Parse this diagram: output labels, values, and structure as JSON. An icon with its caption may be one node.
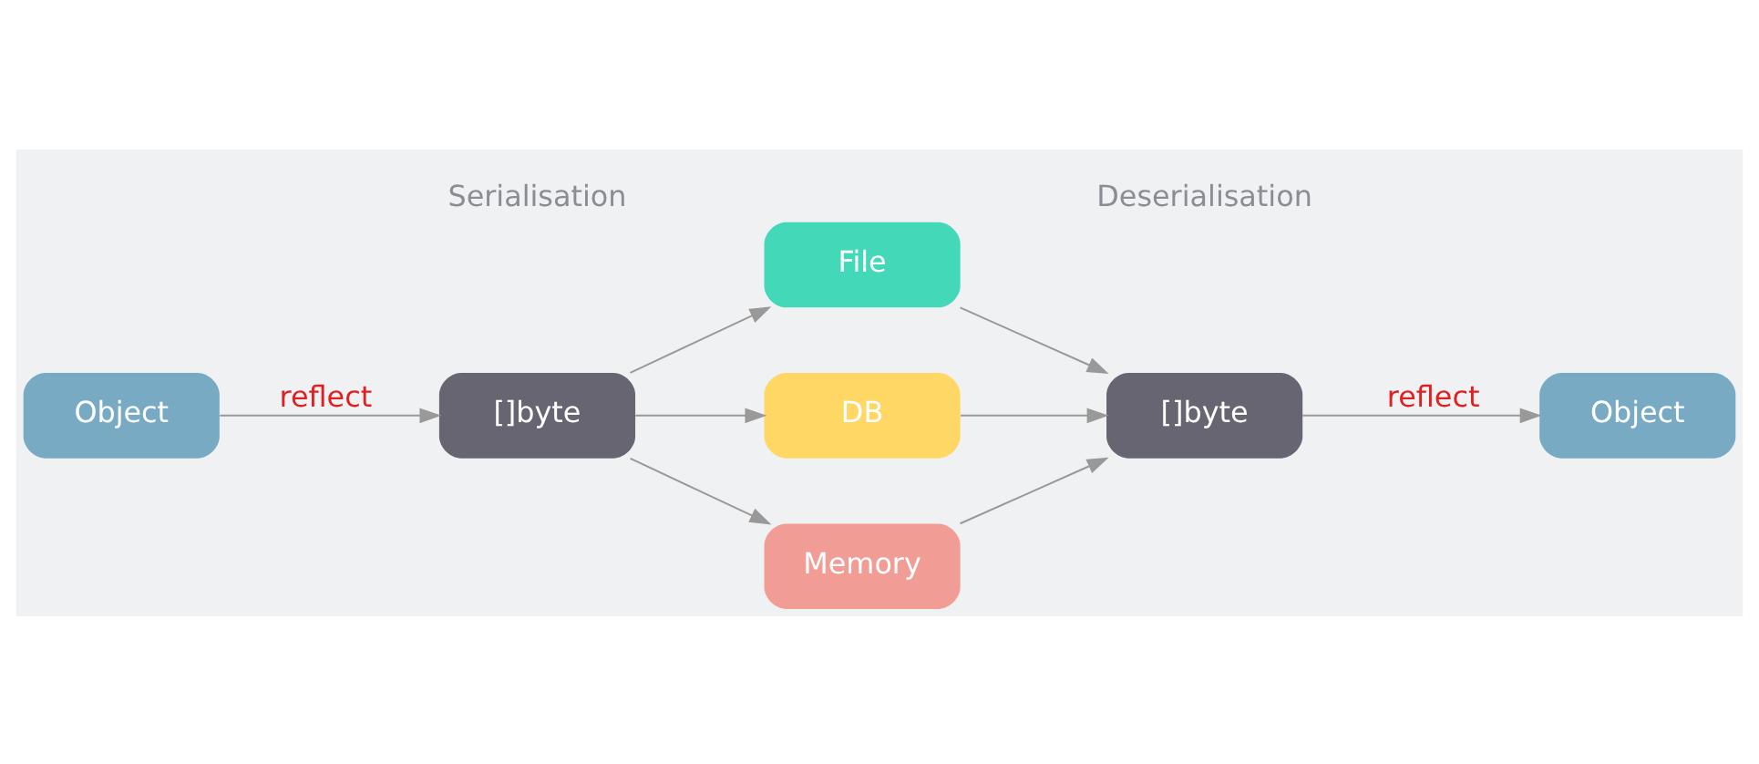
{
  "diagram": {
    "nodes": [
      {
        "text": [
          "Object"
        ]
      },
      {
        "text": [
          "[]byte"
        ]
      },
      {
        "text": [
          "File"
        ]
      },
      {
        "text": [
          "DB"
        ]
      },
      {
        "text": [
          "Memory"
        ]
      },
      {
        "text": [
          "[]byte"
        ]
      },
      {
        "text": [
          "Object"
        ]
      }
    ],
    "edges": [
      {
        "from": 0,
        "to": 1,
        "arrow": "to",
        "label": "reflect"
      },
      {
        "from": 1,
        "to": 2,
        "arrow": "to"
      },
      {
        "from": 1,
        "to": 3,
        "arrow": "to"
      },
      {
        "from": 1,
        "to": 4,
        "arrow": "to"
      },
      {
        "from": 2,
        "to": 5,
        "arrow": "to"
      },
      {
        "from": 3,
        "to": 5,
        "arrow": "to"
      },
      {
        "from": 4,
        "to": 5,
        "arrow": "to"
      },
      {
        "from": 5,
        "to": 6,
        "arrow": "to",
        "label": "reflect"
      }
    ],
    "labels": [
      "Serialisation",
      "Deserialisation"
    ]
  }
}
